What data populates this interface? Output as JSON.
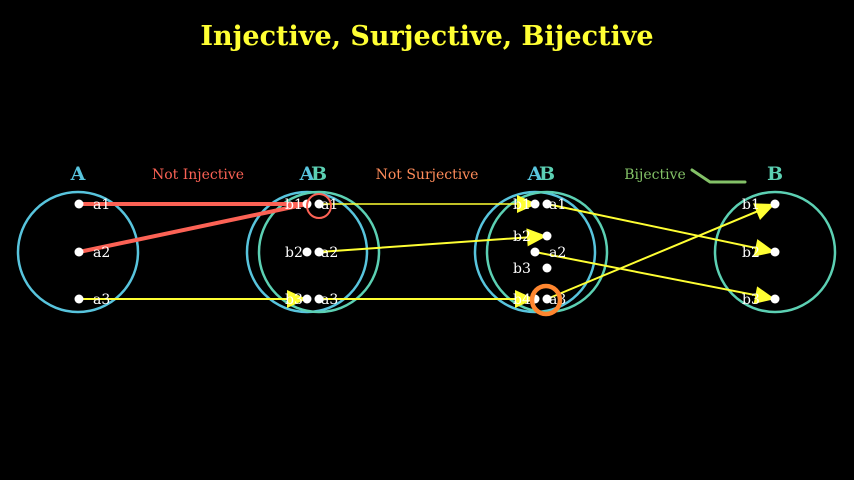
{
  "title": "Injective, Surjective, Bijective",
  "colors": {
    "background": "#000000",
    "title": "#ffff33",
    "set_circle": "#58c4dd",
    "set_circle_b": "#5cd0b3",
    "set_label_a": "#58c4dd",
    "set_label_b": "#5cd0b3",
    "not_injective": "#fc6255",
    "not_surjective": "#ff8c5a",
    "bijective": "#83c167",
    "arrow": "#ffff33",
    "highlight_ring": "#ff862f",
    "point": "#ffffff",
    "label": "#ffffff"
  },
  "captions": {
    "not_injective": "Not Injective",
    "not_surjective": "Not Surjective",
    "bijective": "Bijective"
  },
  "sets": {
    "left_domain": {
      "label": "A",
      "elements": [
        "a1",
        "a2",
        "a3"
      ]
    },
    "panel_two": {
      "label_a": "A",
      "label_b": "B",
      "codomain_elements": [
        "b1",
        "b2",
        "b3"
      ],
      "domain_elements": [
        "a1",
        "a2",
        "a3"
      ]
    },
    "panel_three": {
      "label_a": "A",
      "label_b": "B",
      "codomain_elements": [
        "b1",
        "b2",
        "b3",
        "b4"
      ],
      "domain_elements": [
        "a1",
        "a2",
        "a3"
      ]
    },
    "right_codomain": {
      "label": "B",
      "elements": [
        "b1",
        "b2",
        "b3"
      ]
    }
  },
  "mappings": {
    "not_injective": [
      {
        "from": "a1",
        "to": "b1"
      },
      {
        "from": "a2",
        "to": "b1"
      },
      {
        "from": "a3",
        "to": "b3"
      }
    ],
    "not_surjective": [
      {
        "from": "a1",
        "to": "b1"
      },
      {
        "from": "a2",
        "to": "b2"
      },
      {
        "from": "a3",
        "to": "b3"
      }
    ],
    "bijective": [
      {
        "from": "a1",
        "to": "b2"
      },
      {
        "from": "a2",
        "to": "b3"
      },
      {
        "from": "a3",
        "to": "b1"
      }
    ]
  }
}
